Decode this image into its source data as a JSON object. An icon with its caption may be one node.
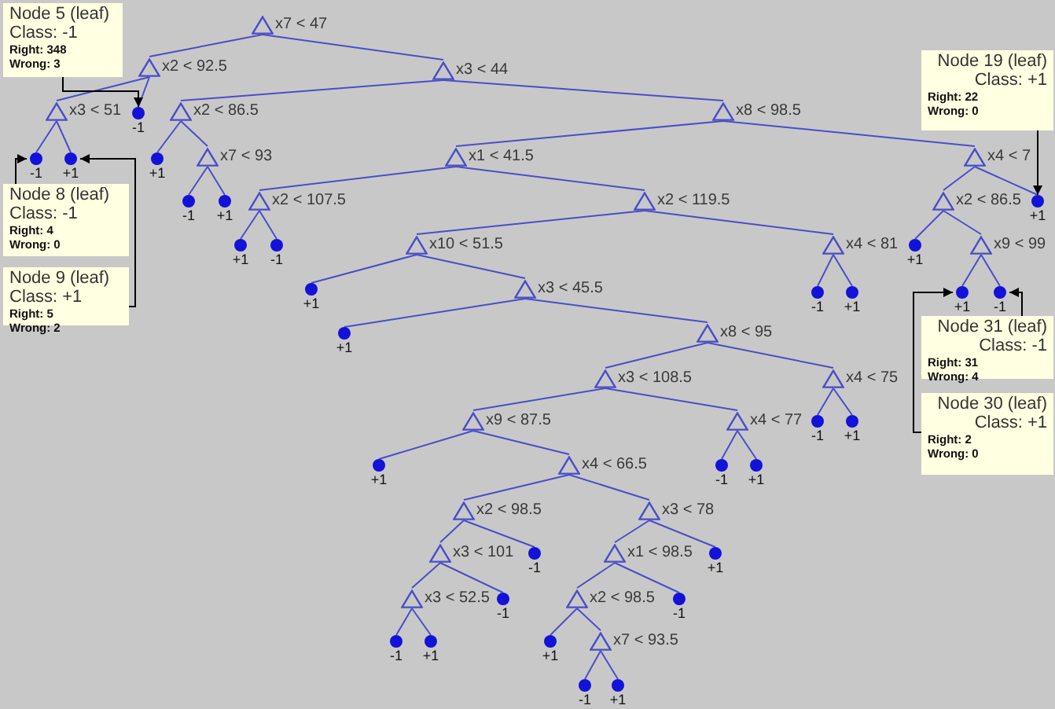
{
  "diagram": {
    "nodes": [
      {
        "text": [
          "x7 < 47"
        ]
      },
      {
        "text": [
          "x2 < 92.5"
        ]
      },
      {
        "text": [
          "x3 < 44"
        ]
      },
      {
        "text": [
          "x3 < 51"
        ]
      },
      {
        "text": [
          "-1"
        ]
      },
      {
        "text": [
          "x2 < 86.5"
        ]
      },
      {
        "text": [
          "x8 < 98.5"
        ]
      },
      {
        "text": [
          "-1"
        ]
      },
      {
        "text": [
          "+1"
        ]
      },
      {
        "text": [
          "+1"
        ]
      },
      {
        "text": [
          "x7 < 93"
        ]
      },
      {
        "text": [
          "x1 < 41.5"
        ]
      },
      {
        "text": [
          "x4 < 7"
        ]
      },
      {
        "text": [
          "-1"
        ]
      },
      {
        "text": [
          "+1"
        ]
      },
      {
        "text": [
          "x2 < 107.5"
        ]
      },
      {
        "text": [
          "x2 < 119.5"
        ]
      },
      {
        "text": [
          "x2 < 86.5"
        ]
      },
      {
        "text": [
          "+1"
        ]
      },
      {
        "text": [
          "+1"
        ]
      },
      {
        "text": [
          "-1"
        ]
      },
      {
        "text": [
          "x10 < 51.5"
        ]
      },
      {
        "text": [
          "x4 < 81"
        ]
      },
      {
        "text": [
          "+1"
        ]
      },
      {
        "text": [
          "x9 < 99"
        ]
      },
      {
        "text": [
          "+1"
        ]
      },
      {
        "text": [
          "x3 < 45.5"
        ]
      },
      {
        "text": [
          "-1"
        ]
      },
      {
        "text": [
          "+1"
        ]
      },
      {
        "text": [
          "+1"
        ]
      },
      {
        "text": [
          "-1"
        ]
      },
      {
        "text": [
          "+1"
        ]
      },
      {
        "text": [
          "x8 < 95"
        ]
      },
      {
        "text": [
          "x3 < 108.5"
        ]
      },
      {
        "text": [
          "x4 < 75"
        ]
      },
      {
        "text": [
          "x9 < 87.5"
        ]
      },
      {
        "text": [
          "x4 < 77"
        ]
      },
      {
        "text": [
          "-1"
        ]
      },
      {
        "text": [
          "+1"
        ]
      },
      {
        "text": [
          "+1"
        ]
      },
      {
        "text": [
          "x4 < 66.5"
        ]
      },
      {
        "text": [
          "-1"
        ]
      },
      {
        "text": [
          "+1"
        ]
      },
      {
        "text": [
          "x2 < 98.5"
        ]
      },
      {
        "text": [
          "x3 < 78"
        ]
      },
      {
        "text": [
          "x3 < 101"
        ]
      },
      {
        "text": [
          "-1"
        ]
      },
      {
        "text": [
          "x1 < 98.5"
        ]
      },
      {
        "text": [
          "+1"
        ]
      },
      {
        "text": [
          "x3 < 52.5"
        ]
      },
      {
        "text": [
          "-1"
        ]
      },
      {
        "text": [
          "x2 < 98.5"
        ]
      },
      {
        "text": [
          "-1"
        ]
      },
      {
        "text": [
          "-1"
        ]
      },
      {
        "text": [
          "+1"
        ]
      },
      {
        "text": [
          "+1"
        ]
      },
      {
        "text": [
          "x7 < 93.5"
        ]
      },
      {
        "text": [
          "-1"
        ]
      },
      {
        "text": [
          "+1"
        ]
      },
      {
        "text": [
          "Node 5 (leaf)",
          "Class: -1",
          "Right: 348",
          "Wrong: 3"
        ]
      },
      {
        "text": [
          "Node 8 (leaf)",
          "Class: -1",
          "Right: 4",
          "Wrong: 0"
        ]
      },
      {
        "text": [
          "Node 9 (leaf)",
          "Class: +1",
          "Right: 5",
          "Wrong: 2"
        ]
      },
      {
        "text": [
          "Node 19 (leaf)",
          "Class: +1",
          "Right: 22",
          "Wrong: 0"
        ]
      },
      {
        "text": [
          "Node 31 (leaf)",
          "Class: -1",
          "Right: 31",
          "Wrong: 4"
        ]
      },
      {
        "text": [
          "Node 30 (leaf)",
          "Class: +1",
          "Right: 2",
          "Wrong: 0"
        ]
      }
    ],
    "edges": [
      {
        "from": 0,
        "to": 1,
        "arrow": "none"
      },
      {
        "from": 0,
        "to": 2,
        "arrow": "none"
      },
      {
        "from": 1,
        "to": 3,
        "arrow": "none"
      },
      {
        "from": 1,
        "to": 4,
        "arrow": "none"
      },
      {
        "from": 2,
        "to": 5,
        "arrow": "none"
      },
      {
        "from": 2,
        "to": 6,
        "arrow": "none"
      },
      {
        "from": 3,
        "to": 7,
        "arrow": "none"
      },
      {
        "from": 3,
        "to": 8,
        "arrow": "none"
      },
      {
        "from": 5,
        "to": 9,
        "arrow": "none"
      },
      {
        "from": 5,
        "to": 10,
        "arrow": "none"
      },
      {
        "from": 6,
        "to": 11,
        "arrow": "none"
      },
      {
        "from": 6,
        "to": 12,
        "arrow": "none"
      },
      {
        "from": 10,
        "to": 13,
        "arrow": "none"
      },
      {
        "from": 10,
        "to": 14,
        "arrow": "none"
      },
      {
        "from": 11,
        "to": 15,
        "arrow": "none"
      },
      {
        "from": 11,
        "to": 16,
        "arrow": "none"
      },
      {
        "from": 12,
        "to": 17,
        "arrow": "none"
      },
      {
        "from": 12,
        "to": 18,
        "arrow": "none"
      },
      {
        "from": 15,
        "to": 19,
        "arrow": "none"
      },
      {
        "from": 15,
        "to": 20,
        "arrow": "none"
      },
      {
        "from": 16,
        "to": 21,
        "arrow": "none"
      },
      {
        "from": 16,
        "to": 22,
        "arrow": "none"
      },
      {
        "from": 17,
        "to": 23,
        "arrow": "none"
      },
      {
        "from": 17,
        "to": 24,
        "arrow": "none"
      },
      {
        "from": 21,
        "to": 25,
        "arrow": "none"
      },
      {
        "from": 21,
        "to": 26,
        "arrow": "none"
      },
      {
        "from": 22,
        "to": 27,
        "arrow": "none"
      },
      {
        "from": 22,
        "to": 28,
        "arrow": "none"
      },
      {
        "from": 24,
        "to": 29,
        "arrow": "none"
      },
      {
        "from": 24,
        "to": 30,
        "arrow": "none"
      },
      {
        "from": 26,
        "to": 31,
        "arrow": "none"
      },
      {
        "from": 26,
        "to": 32,
        "arrow": "none"
      },
      {
        "from": 32,
        "to": 33,
        "arrow": "none"
      },
      {
        "from": 32,
        "to": 34,
        "arrow": "none"
      },
      {
        "from": 33,
        "to": 35,
        "arrow": "none"
      },
      {
        "from": 33,
        "to": 36,
        "arrow": "none"
      },
      {
        "from": 34,
        "to": 37,
        "arrow": "none"
      },
      {
        "from": 34,
        "to": 38,
        "arrow": "none"
      },
      {
        "from": 35,
        "to": 39,
        "arrow": "none"
      },
      {
        "from": 35,
        "to": 40,
        "arrow": "none"
      },
      {
        "from": 36,
        "to": 41,
        "arrow": "none"
      },
      {
        "from": 36,
        "to": 42,
        "arrow": "none"
      },
      {
        "from": 40,
        "to": 43,
        "arrow": "none"
      },
      {
        "from": 40,
        "to": 44,
        "arrow": "none"
      },
      {
        "from": 43,
        "to": 45,
        "arrow": "none"
      },
      {
        "from": 43,
        "to": 46,
        "arrow": "none"
      },
      {
        "from": 44,
        "to": 47,
        "arrow": "none"
      },
      {
        "from": 44,
        "to": 48,
        "arrow": "none"
      },
      {
        "from": 45,
        "to": 49,
        "arrow": "none"
      },
      {
        "from": 45,
        "to": 50,
        "arrow": "none"
      },
      {
        "from": 47,
        "to": 51,
        "arrow": "none"
      },
      {
        "from": 47,
        "to": 52,
        "arrow": "none"
      },
      {
        "from": 49,
        "to": 53,
        "arrow": "none"
      },
      {
        "from": 49,
        "to": 54,
        "arrow": "none"
      },
      {
        "from": 51,
        "to": 55,
        "arrow": "none"
      },
      {
        "from": 51,
        "to": 56,
        "arrow": "none"
      },
      {
        "from": 56,
        "to": 57,
        "arrow": "none"
      },
      {
        "from": 56,
        "to": 58,
        "arrow": "none"
      },
      {
        "from": 59,
        "to": 4,
        "arrow": "to",
        "color": "#000000"
      },
      {
        "from": 60,
        "to": 7,
        "arrow": "to",
        "color": "#000000"
      },
      {
        "from": 61,
        "to": 8,
        "arrow": "to",
        "color": "#000000"
      },
      {
        "from": 62,
        "to": 18,
        "arrow": "to",
        "color": "#000000"
      },
      {
        "from": 63,
        "to": 30,
        "arrow": "to",
        "color": "#000000"
      },
      {
        "from": 64,
        "to": 29,
        "arrow": "to",
        "color": "#000000"
      }
    ]
  }
}
